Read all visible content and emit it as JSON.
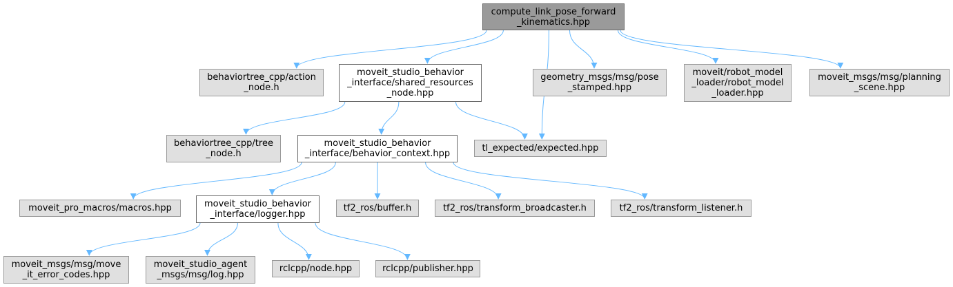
{
  "colors": {
    "edge": "#63b8ff",
    "root_fill": "#9a9a9a",
    "documented_fill": "#ffffff",
    "external_fill": "#e0e0e0"
  },
  "nodes": {
    "root": "compute_link_pose_forward\n_kinematics.hpp",
    "bt_action_node": "behaviortree_cpp/action\n_node.h",
    "shared_resources_node": "moveit_studio_behavior\n_interface/shared_resources\n_node.hpp",
    "geometry_pose_stamped": "geometry_msgs/msg/pose\n_stamped.hpp",
    "robot_model_loader": "moveit/robot_model\n_loader/robot_model\n_loader.hpp",
    "planning_scene": "moveit_msgs/msg/planning\n_scene.hpp",
    "bt_tree_node": "behaviortree_cpp/tree\n_node.h",
    "behavior_context": "moveit_studio_behavior\n_interface/behavior_context.hpp",
    "tl_expected": "tl_expected/expected.hpp",
    "pro_macros": "moveit_pro_macros/macros.hpp",
    "logger": "moveit_studio_behavior\n_interface/logger.hpp",
    "tf2_buffer": "tf2_ros/buffer.h",
    "tf2_broadcaster": "tf2_ros/transform_broadcaster.h",
    "tf2_listener": "tf2_ros/transform_listener.h",
    "move_it_error_codes": "moveit_msgs/msg/move\n_it_error_codes.hpp",
    "agent_log": "moveit_studio_agent\n_msgs/msg/log.hpp",
    "rclcpp_node": "rclcpp/node.hpp",
    "rclcpp_publisher": "rclcpp/publisher.hpp"
  },
  "edges": [
    [
      "root",
      "bt_action_node"
    ],
    [
      "root",
      "shared_resources_node"
    ],
    [
      "root",
      "tl_expected"
    ],
    [
      "root",
      "geometry_pose_stamped"
    ],
    [
      "root",
      "robot_model_loader"
    ],
    [
      "root",
      "planning_scene"
    ],
    [
      "shared_resources_node",
      "bt_tree_node"
    ],
    [
      "shared_resources_node",
      "behavior_context"
    ],
    [
      "shared_resources_node",
      "tl_expected"
    ],
    [
      "behavior_context",
      "pro_macros"
    ],
    [
      "behavior_context",
      "logger"
    ],
    [
      "behavior_context",
      "tf2_buffer"
    ],
    [
      "behavior_context",
      "tf2_broadcaster"
    ],
    [
      "behavior_context",
      "tf2_listener"
    ],
    [
      "logger",
      "move_it_error_codes"
    ],
    [
      "logger",
      "agent_log"
    ],
    [
      "logger",
      "rclcpp_node"
    ],
    [
      "logger",
      "rclcpp_publisher"
    ]
  ]
}
